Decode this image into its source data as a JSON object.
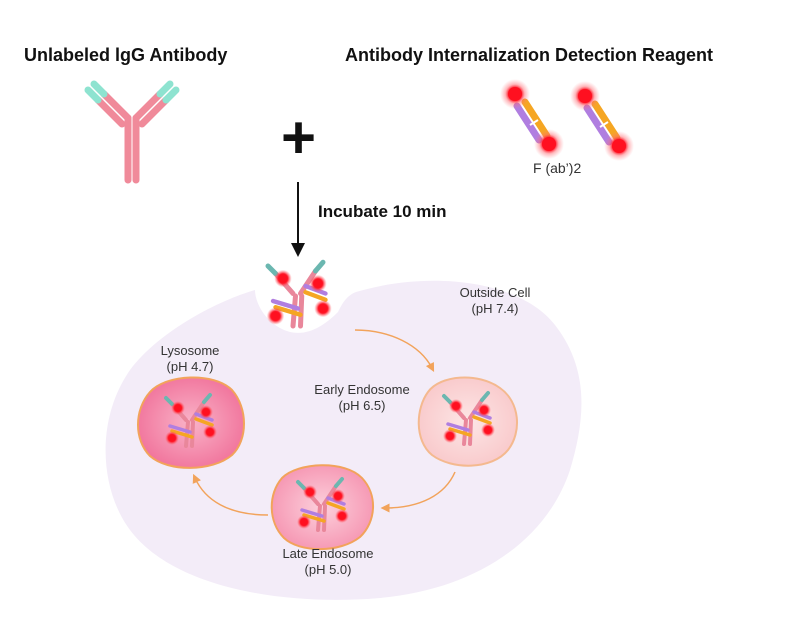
{
  "title_left": "Unlabeled lgG Antibody",
  "title_right": "Antibody Internalization Detection Reagent",
  "plus_symbol": "+",
  "reagent_label": "F (ab’)2",
  "step_label": "Incubate 10 min",
  "compartments": {
    "outside": {
      "name": "Outside Cell",
      "ph": "(pH 7.4)"
    },
    "early": {
      "name": "Early Endosome",
      "ph": "(pH 6.5)"
    },
    "late": {
      "name": "Late Endosome",
      "ph": "(pH 5.0)"
    },
    "lysosome": {
      "name": "Lysosome",
      "ph": "(pH 4.7)"
    }
  },
  "colors": {
    "antibody_stem": "#f08a9a",
    "antibody_tip": "#8ee3d0",
    "fab_purple": "#b07ee0",
    "fab_orange": "#f5a623",
    "dye_red": "#ff1f2e",
    "cell_fill": "#f3ecf8",
    "arrow_orange": "#f2a35b",
    "early_fill": "#fad6d8",
    "lysosome_fill": "#f27fa4",
    "border_orange": "#f2a35b"
  }
}
